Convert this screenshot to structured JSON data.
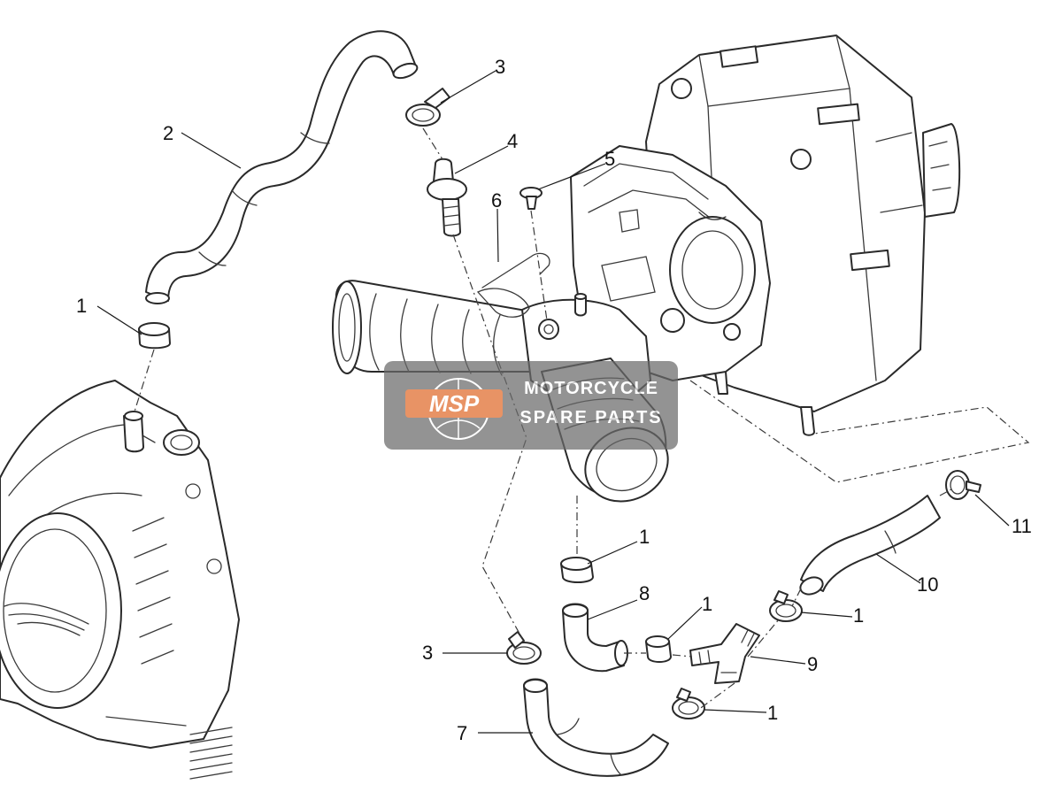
{
  "callouts": [
    {
      "id": "c1a",
      "label": "1",
      "part": "clamp"
    },
    {
      "id": "c2",
      "label": "2",
      "part": "upper-breather-hose"
    },
    {
      "id": "c3a",
      "label": "3",
      "part": "spring-clamp-upper"
    },
    {
      "id": "c4",
      "label": "4",
      "part": "breather-valve"
    },
    {
      "id": "c5",
      "label": "5",
      "part": "screw"
    },
    {
      "id": "c6",
      "label": "6",
      "part": "wire-clip"
    },
    {
      "id": "c1b",
      "label": "1",
      "part": "clamp"
    },
    {
      "id": "c8",
      "label": "8",
      "part": "elbow-hose"
    },
    {
      "id": "c1c",
      "label": "1",
      "part": "clamp"
    },
    {
      "id": "c1d",
      "label": "1",
      "part": "clamp"
    },
    {
      "id": "c10",
      "label": "10",
      "part": "hose"
    },
    {
      "id": "c11",
      "label": "11",
      "part": "spring-clamp"
    },
    {
      "id": "c3b",
      "label": "3",
      "part": "spring-clamp-lower"
    },
    {
      "id": "c9",
      "label": "9",
      "part": "y-fitting"
    },
    {
      "id": "c7",
      "label": "7",
      "part": "lower-breather-hose"
    },
    {
      "id": "c1e",
      "label": "1",
      "part": "clamp"
    }
  ],
  "watermark": {
    "logo": "MSP",
    "line1": "MOTORCYCLE",
    "line2": "SPARE PARTS"
  },
  "colors": {
    "line": "#2a2a2a",
    "watermark_box": "#555555",
    "watermark_logo": "#e06a2a"
  }
}
